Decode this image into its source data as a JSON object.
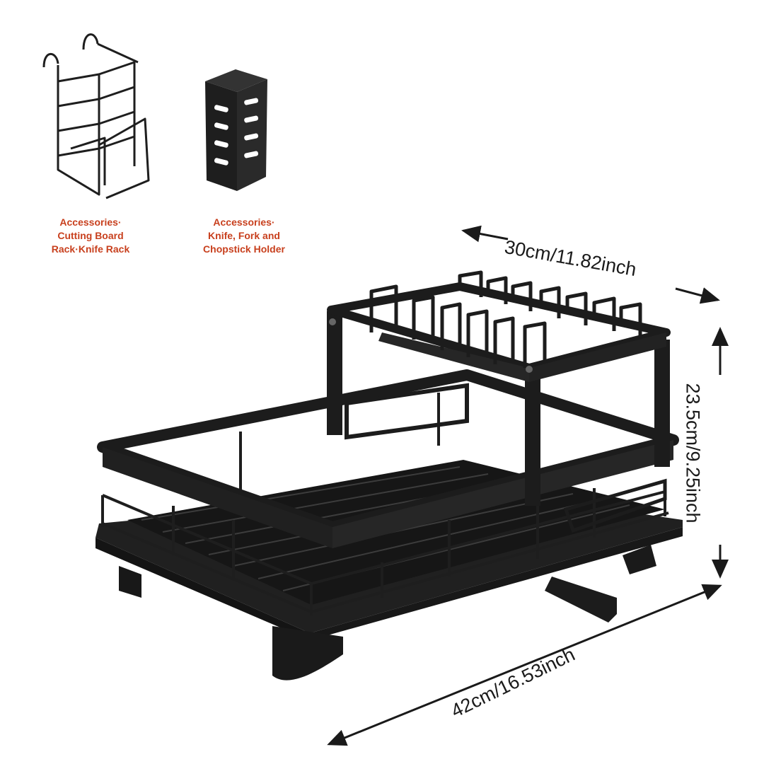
{
  "accessories": [
    {
      "lines": [
        "Accessories·",
        "Cutting Board",
        "Rack·Knife Rack"
      ]
    },
    {
      "lines": [
        "Accessories·",
        "Knife, Fork and",
        "Chopstick Holder"
      ]
    }
  ],
  "dimensions": {
    "width": "30cm/11.82inch",
    "height": "23.5cm/9.25inch",
    "length": "42cm/16.53inch"
  },
  "colors": {
    "caption": "#c8401e",
    "product": "#1e1e1e",
    "background": "#ffffff"
  }
}
